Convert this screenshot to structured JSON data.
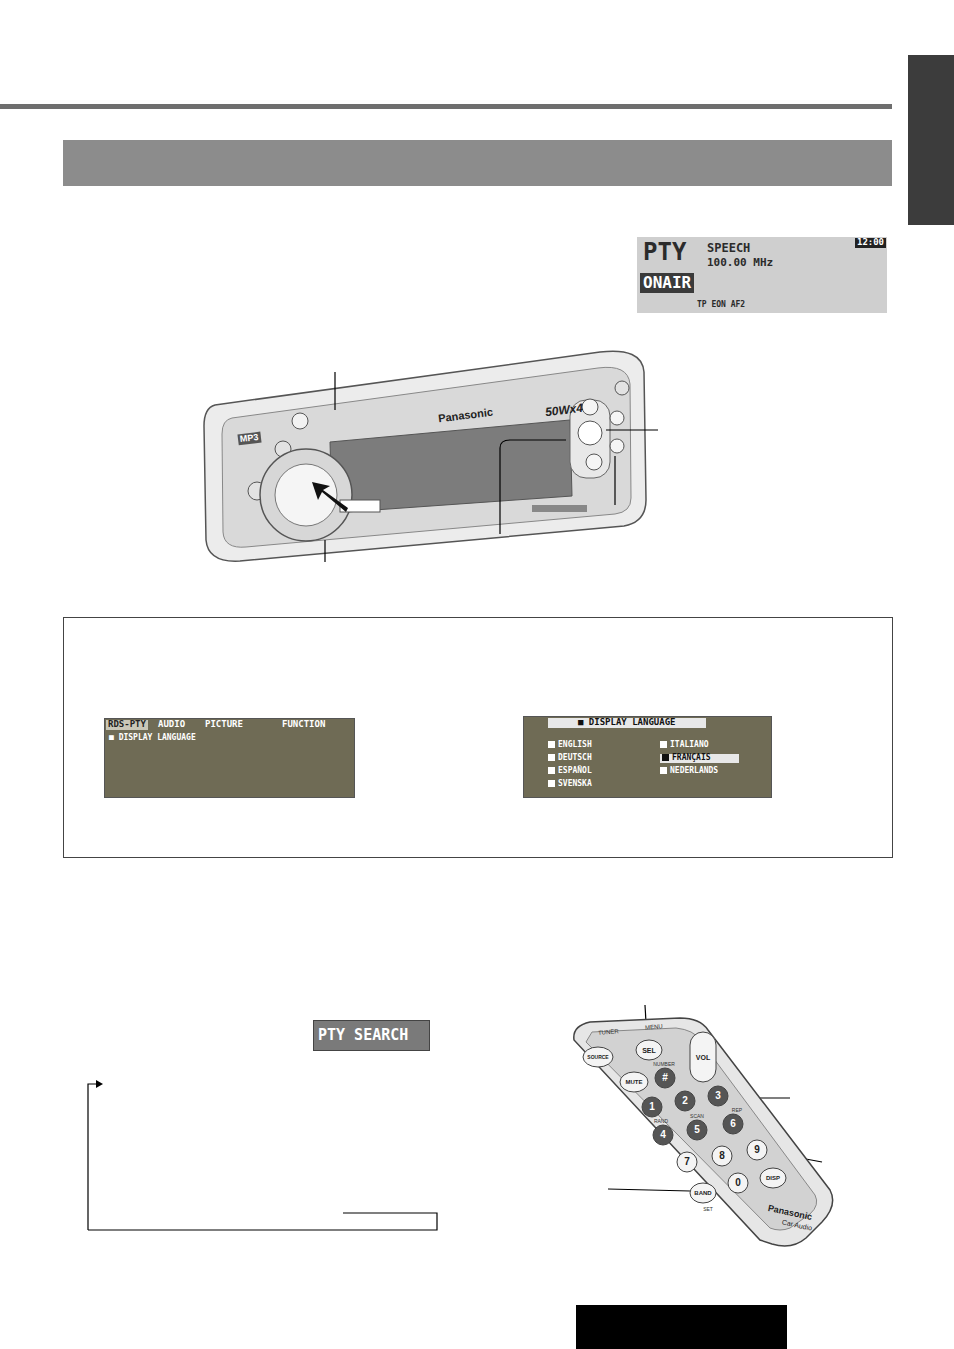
{
  "diagram": {
    "nodes": [
      {
        "text": [
          "PTY",
          "SPEECH",
          "100.00 MHz",
          "ONAIR",
          "TP EON AF2",
          "12:00"
        ]
      },
      {
        "text": [
          "RDS-PTY",
          "AUDIO",
          "PICTURE",
          "FUNCTION",
          "■ DISPLAY LANGUAGE"
        ]
      },
      {
        "text": [
          "■ DISPLAY LANGUAGE",
          "ENGLISH",
          "DEUTSCH",
          "ESPAÑOL",
          "SVENSKA",
          "ITALIANO",
          "FRANÇAIS",
          "NEDERLANDS"
        ]
      },
      {
        "text": [
          "PTY SEARCH"
        ]
      }
    ],
    "labels": [
      "Panasonic",
      "50Wx4",
      "MP3",
      "TUNER",
      "MENU",
      "SOURCE",
      "SEL",
      "VOL",
      "MUTE",
      "NUMBER",
      "#",
      "1",
      "2",
      "3",
      "RAND",
      "SCAN",
      "REP",
      "4",
      "5",
      "6",
      "7",
      "8",
      "9",
      "0",
      "BAND",
      "SET",
      "DISP",
      "Panasonic",
      "Car Audio"
    ]
  }
}
